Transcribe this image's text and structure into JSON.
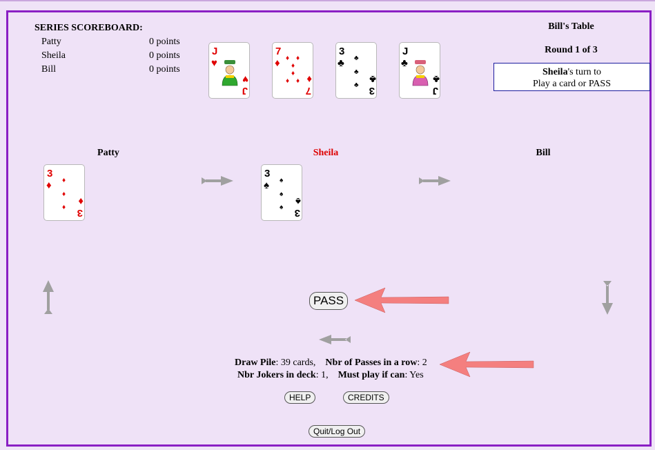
{
  "scoreboard": {
    "title": "SERIES SCOREBOARD:",
    "rows": [
      {
        "name": "Patty",
        "points": "0 points"
      },
      {
        "name": "Sheila",
        "points": "0 points"
      },
      {
        "name": "Bill",
        "points": "0 points"
      }
    ]
  },
  "hand_cards": [
    {
      "rank": "J",
      "suit": "hearts",
      "color": "#e00000"
    },
    {
      "rank": "7",
      "suit": "diamonds",
      "color": "#e00000"
    },
    {
      "rank": "3",
      "suit": "clubs",
      "color": "#000000"
    },
    {
      "rank": "J",
      "suit": "clubs",
      "color": "#000000"
    }
  ],
  "table": {
    "title": "Bill's Table",
    "round": "Round 1 of 3",
    "turn_player": "Sheila",
    "turn_suffix": "'s turn to",
    "turn_action": "Play a card or PASS"
  },
  "players": [
    {
      "name": "Patty",
      "color": "#000000"
    },
    {
      "name": "Sheila",
      "color": "#dd0000"
    },
    {
      "name": "Bill",
      "color": "#000000"
    }
  ],
  "played_cards": [
    {
      "rank": "3",
      "suit": "diamonds",
      "color": "#e00000"
    },
    {
      "rank": "3",
      "suit": "spades",
      "color": "#000000"
    }
  ],
  "pass_label": "PASS",
  "info": {
    "draw_pile_label": "Draw Pile",
    "draw_pile_value": ": 39 cards,",
    "passes_label": "Nbr of Passes in a row",
    "passes_value": ": 2",
    "jokers_label": "Nbr Jokers in deck",
    "jokers_value": ": 1,",
    "must_play_label": "Must play if can",
    "must_play_value": ": Yes"
  },
  "buttons": {
    "help": "HELP",
    "credits": "CREDITS",
    "quit": "Quit/Log Out"
  },
  "colors": {
    "background": "#efe2f7",
    "frame": "#8a1fc4",
    "annotation_arrow": "#f47f7f",
    "direction_arrow": "#a0a0a0"
  }
}
